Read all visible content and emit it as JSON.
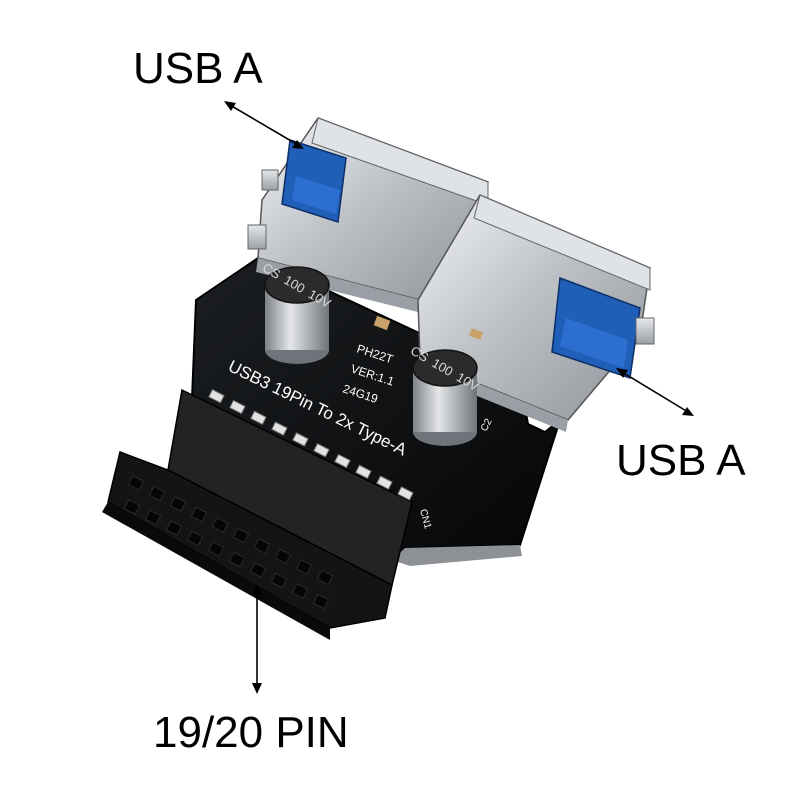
{
  "annotations": {
    "top_label": "USB A",
    "right_label": "USB A",
    "bottom_label": "19/20 PIN"
  },
  "board": {
    "silkscreen_main": "USB3 19Pin To 2x Type-A",
    "model": "PH22T",
    "version": "VER:1.1",
    "date_code": "24G19",
    "ref_c2": "C2",
    "ref_cn1": "CN1"
  },
  "capacitors": [
    {
      "brand": "CS",
      "value": "100",
      "voltage": "10V"
    },
    {
      "brand": "CS",
      "value": "100",
      "voltage": "10V"
    }
  ],
  "colors": {
    "pcb": "#101214",
    "metal": "#c9ccd0",
    "usb_blue": "#1f5fb8",
    "header": "#141414",
    "cap_body": "#b9bcc0",
    "cap_top": "#2b2b2b"
  }
}
